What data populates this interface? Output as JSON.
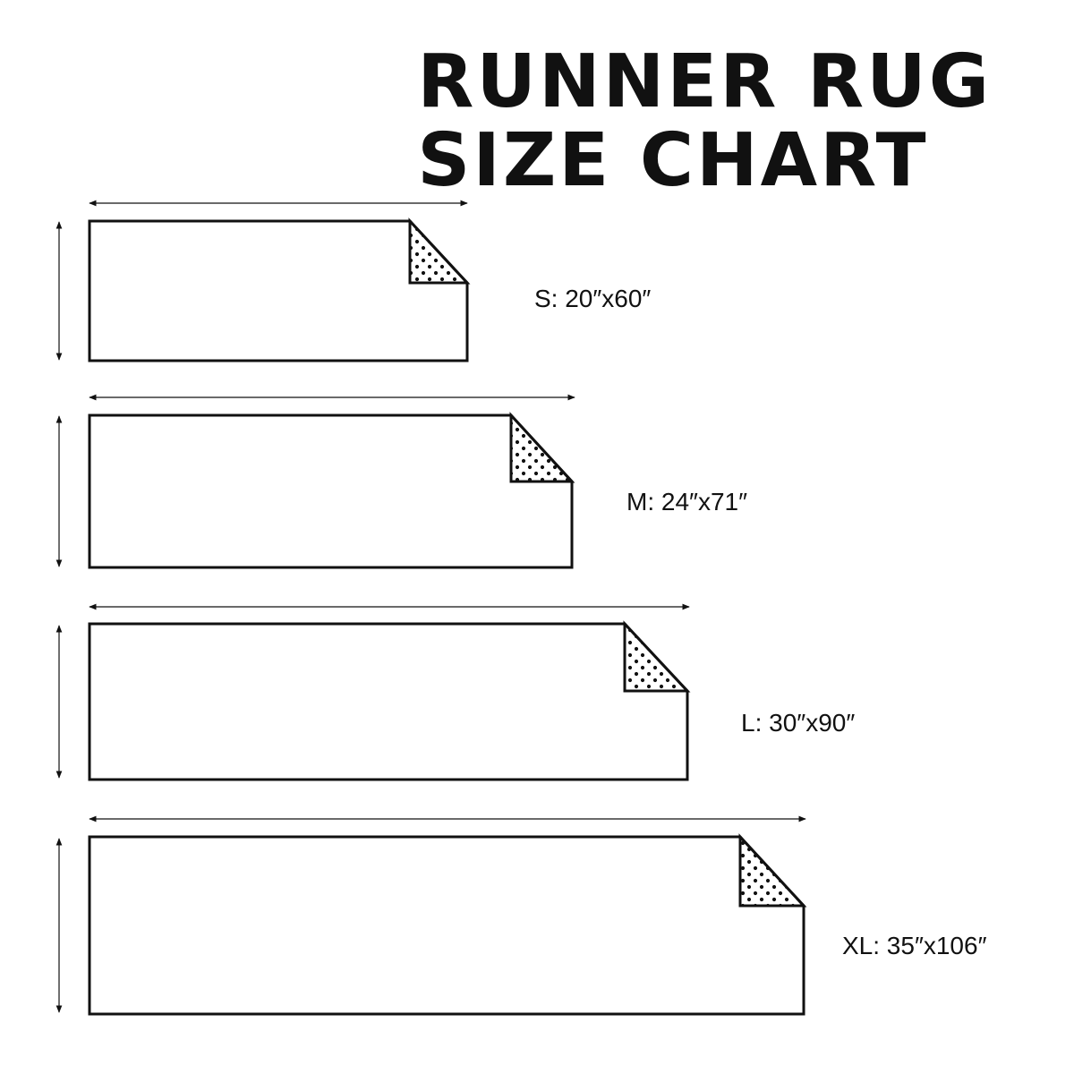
{
  "title": {
    "line1": "RUNNER RUG",
    "line2": "SIZE CHART"
  },
  "colors": {
    "ink": "#111111",
    "background": "#ffffff"
  },
  "rugs": [
    {
      "id": "s",
      "label": "S: 20″x60″",
      "width_in": 20,
      "length_in": 60
    },
    {
      "id": "m",
      "label": "M: 24″x71″",
      "width_in": 24,
      "length_in": 71
    },
    {
      "id": "l",
      "label": "L: 30″x90″",
      "width_in": 30,
      "length_in": 90
    },
    {
      "id": "xl",
      "label": "XL: 35″x106″",
      "width_in": 35,
      "length_in": 106
    }
  ]
}
